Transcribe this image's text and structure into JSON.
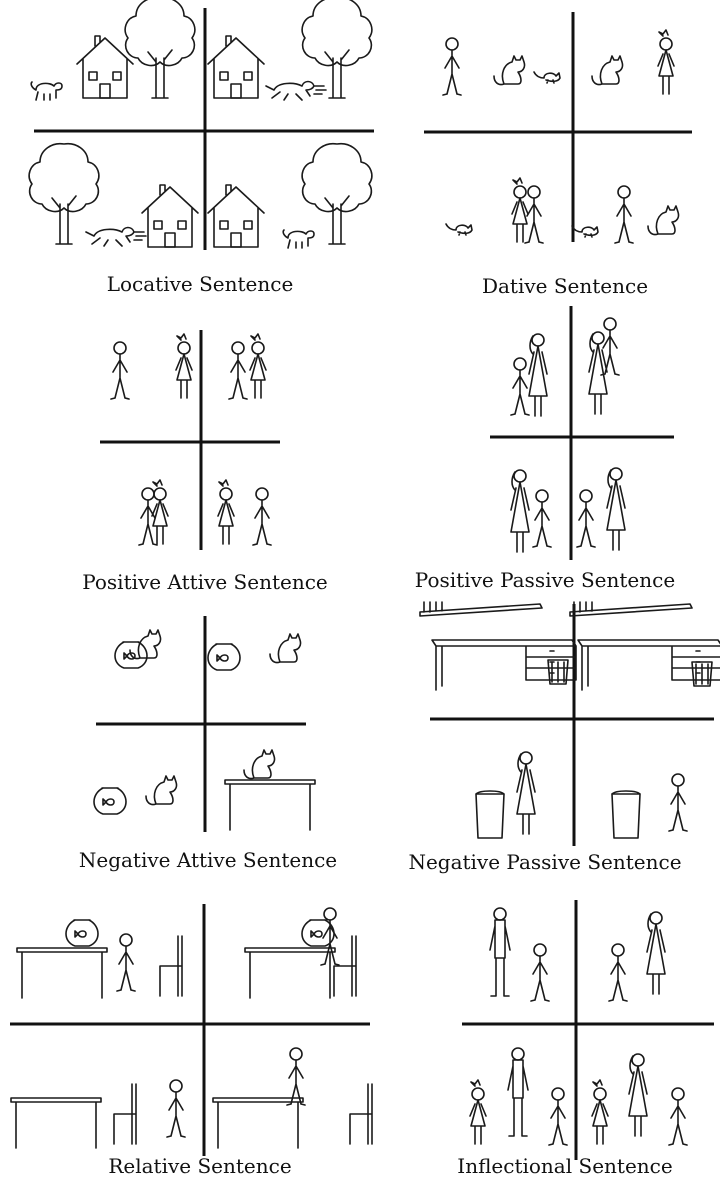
{
  "captions": {
    "locative": "Locative Sentence",
    "dative": "Dative Sentence",
    "positive_attive": "Positive Attive Sentence",
    "positive_passive": "Positive Passive Sentence",
    "negative_attive": "Negative Attive Sentence",
    "negative_passive": "Negative Passive Sentence",
    "relative": "Relative Sentence",
    "inflectional": "Inflectional Sentence"
  },
  "colors": {
    "ink": "#1a1a1a",
    "background": "#ffffff"
  },
  "icons": [
    "house-icon",
    "tree-icon",
    "dog-icon",
    "cat-icon",
    "child-icon",
    "woman-icon",
    "man-icon",
    "mouse-icon",
    "fishbowl-icon",
    "table-icon",
    "chair-icon",
    "desk-icon",
    "trash-can-icon",
    "shelf-icon"
  ]
}
